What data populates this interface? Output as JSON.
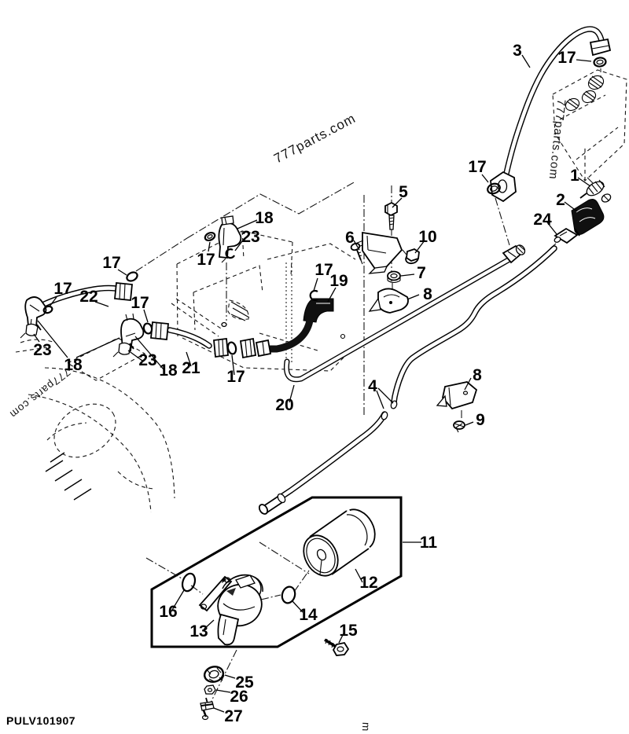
{
  "diagram": {
    "document_code": "PULV101907",
    "watermark": {
      "diagonal": "777parts.com",
      "vertical_right": "777parts.com",
      "rotated_left": "777parts.com",
      "bottom_partial": "m"
    },
    "callouts": [
      "3",
      "17",
      "17",
      "1",
      "2",
      "24",
      "5",
      "6",
      "10",
      "7",
      "8",
      "18",
      "23",
      "17",
      "17",
      "19",
      "17",
      "22",
      "17",
      "23",
      "18",
      "17",
      "23",
      "18",
      "21",
      "17",
      "20",
      "4",
      "8",
      "9",
      "11",
      "12",
      "16",
      "13",
      "14",
      "15",
      "25",
      "26",
      "27"
    ]
  }
}
